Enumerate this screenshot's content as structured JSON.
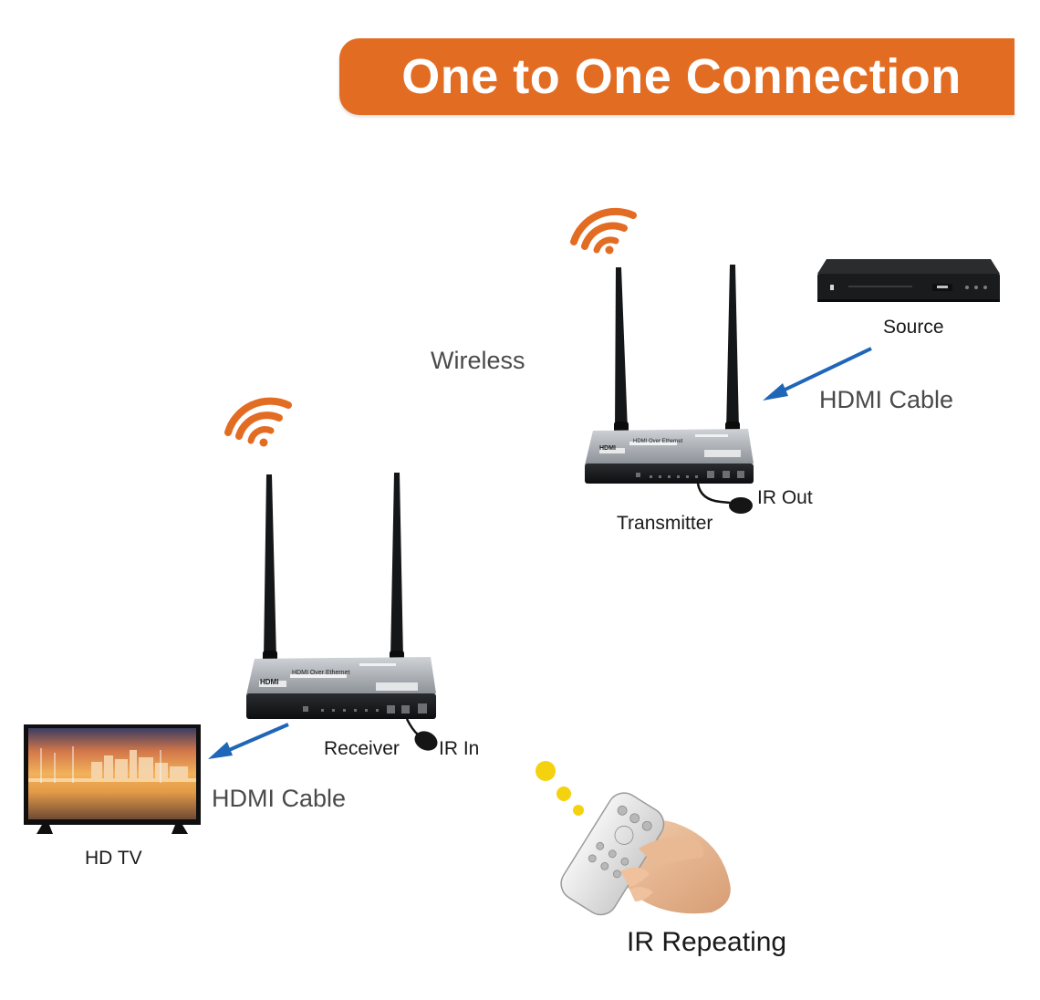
{
  "title": "One to One Connection",
  "labels": {
    "wireless": "Wireless",
    "source": "Source",
    "hdmi_cable_top": "HDMI Cable",
    "transmitter": "Transmitter",
    "ir_out": "IR Out",
    "receiver": "Receiver",
    "ir_in": "IR In",
    "hdmi_cable_bottom": "HDMI Cable",
    "hd_tv": "HD TV",
    "ir_repeating": "IR Repeating"
  },
  "device_text": {
    "hdmi_logo": "HDMI",
    "product_line": "HDMI Over Ethernet"
  },
  "colors": {
    "banner": "#e36c23",
    "wifi": "#e36c23",
    "arrow": "#1f66b8",
    "ir_dots": "#f5d20f"
  },
  "icons": [
    "wifi-signal-icon",
    "wifi-signal-icon",
    "arrow-icon",
    "arrow-icon"
  ]
}
